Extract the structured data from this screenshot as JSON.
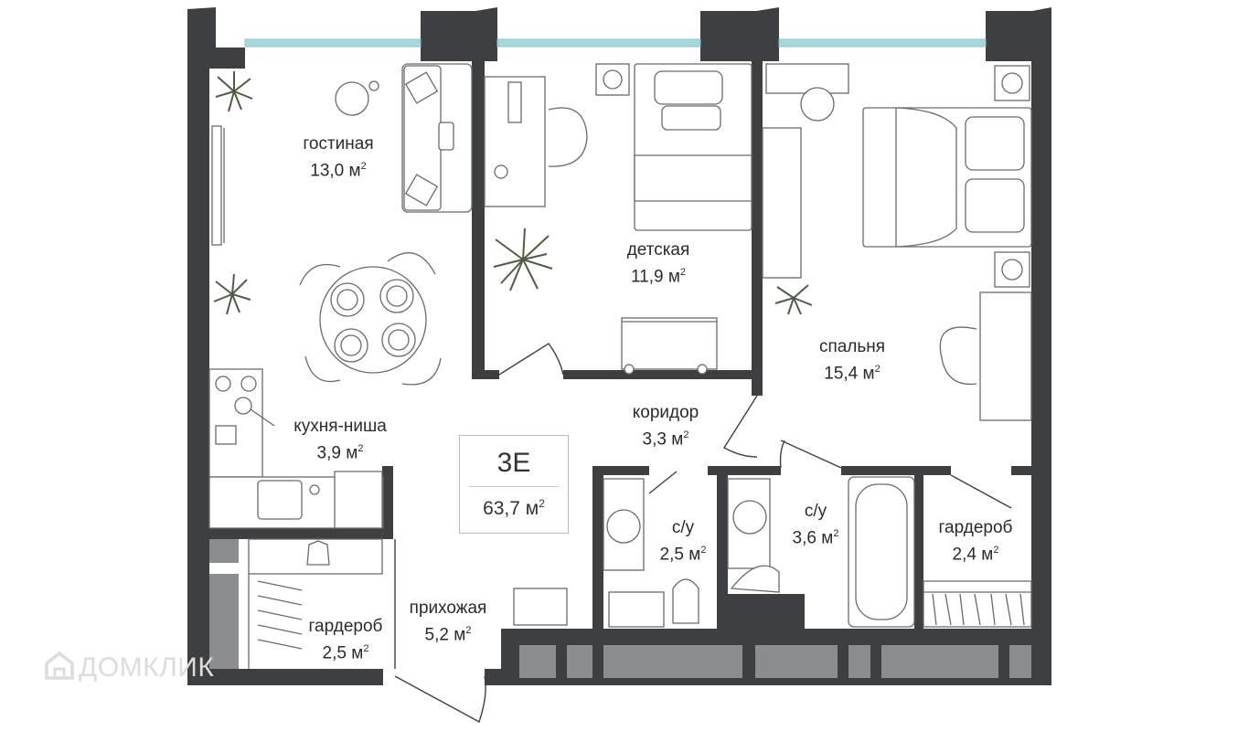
{
  "apartment": {
    "code": "3Е",
    "total_area": "63,7 м",
    "area_unit_power": "2"
  },
  "rooms": {
    "living": {
      "name": "гостиная",
      "area": "13,0 м",
      "pow": "2"
    },
    "kids": {
      "name": "детская",
      "area": "11,9 м",
      "pow": "2"
    },
    "bedroom": {
      "name": "спальня",
      "area": "15,4 м",
      "pow": "2"
    },
    "kitchen": {
      "name": "кухня-ниша",
      "area": "3,9 м",
      "pow": "2"
    },
    "corridor": {
      "name": "коридор",
      "area": "3,3 м",
      "pow": "2"
    },
    "bath1": {
      "name": "с/у",
      "area": "2,5 м",
      "pow": "2"
    },
    "bath2": {
      "name": "с/у",
      "area": "3,6 м",
      "pow": "2"
    },
    "wardrobe_right": {
      "name": "гардероб",
      "area": "2,4 м",
      "pow": "2"
    },
    "hallway": {
      "name": "прихожая",
      "area": "5,2 м",
      "pow": "2"
    },
    "wardrobe_left": {
      "name": "гардероб",
      "area": "2,5 м",
      "pow": "2"
    }
  },
  "watermark": "ДОМКЛИК",
  "colors": {
    "wall": "#3d3f41",
    "glass": "#a6d8e0",
    "furniture_line": "#6a6a6a",
    "plant": "#4f5d45",
    "storage_fill": "#8b8e91"
  }
}
